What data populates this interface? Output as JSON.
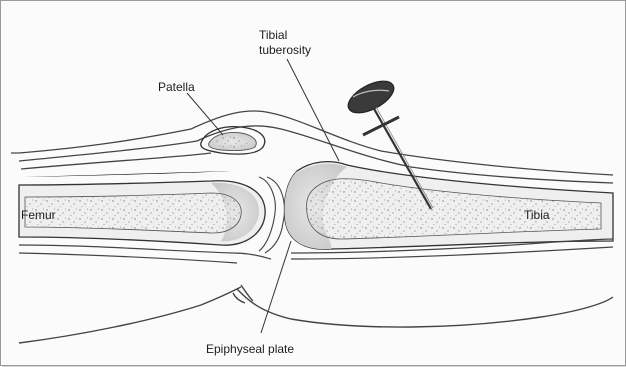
{
  "labels": {
    "tibial_tuberosity_line1": "Tibial",
    "tibial_tuberosity_line2": "tuberosity",
    "patella": "Patella",
    "femur": "Femur",
    "tibia": "Tibia",
    "epiphyseal_plate": "Epiphyseal plate"
  },
  "colors": {
    "ink": "#333333",
    "bone_shading": "#d9d9d9",
    "marrow_dots": "#7a7a7a"
  }
}
